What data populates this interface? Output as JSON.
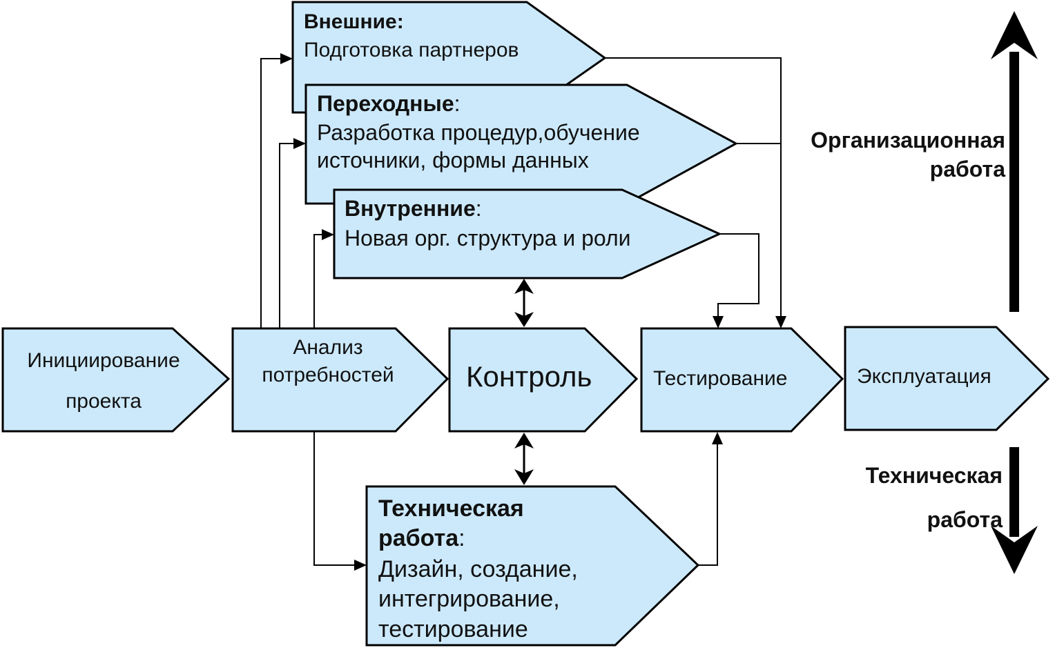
{
  "boxes": {
    "initiation": {
      "line1": "Инициирование",
      "line2": "проекта"
    },
    "analysis": {
      "line1": "Анализ",
      "line2": "потребностей"
    },
    "control": {
      "label": "Контроль"
    },
    "testing": {
      "label": "Тестирование"
    },
    "operation": {
      "label": "Эксплуатация"
    },
    "external": {
      "title": "Внешние:",
      "text": "Подготовка партнеров"
    },
    "transitional": {
      "title": "Переходные",
      "colon": ":",
      "line1": "Разработка процедур,обучение",
      "line2": "источники, формы данных"
    },
    "internal": {
      "title": "Внутренние",
      "colon": ":",
      "text": "Новая орг. структура и роли"
    },
    "technical": {
      "title1": "Техническая",
      "title2": "работа",
      "colon": ":",
      "line1": "Дизайн, создание,",
      "line2": "интегрирование,",
      "line3": "тестирование"
    }
  },
  "side_labels": {
    "org_line1": "Организационная",
    "org_line2": "работа",
    "tech_line1": "Техническая",
    "tech_line2": "работа"
  },
  "colors": {
    "box_fill": "#cce9fb",
    "stroke": "#000000"
  }
}
